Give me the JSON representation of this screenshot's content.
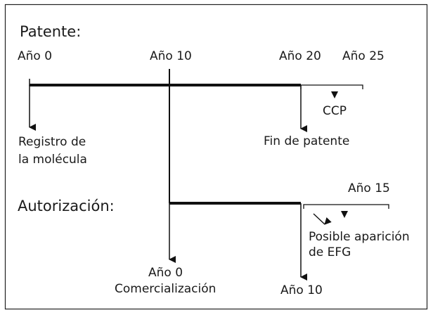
{
  "patent": {
    "title": "Patente:",
    "year_0": "Año 0",
    "year_10": "Año 10",
    "year_20": "Año 20",
    "year_25": "Año 25",
    "registration_line1": "Registro de",
    "registration_line2": "la molécula",
    "patent_end": "Fin de patente",
    "ccp": "CCP"
  },
  "authorization": {
    "title": "Autorización:",
    "year_15": "Año 15",
    "year_0": "Año 0",
    "commercialization": "Comercialización",
    "year_10": "Año 10",
    "efg_line1": "Posible aparición",
    "efg_line2": "de EFG"
  }
}
